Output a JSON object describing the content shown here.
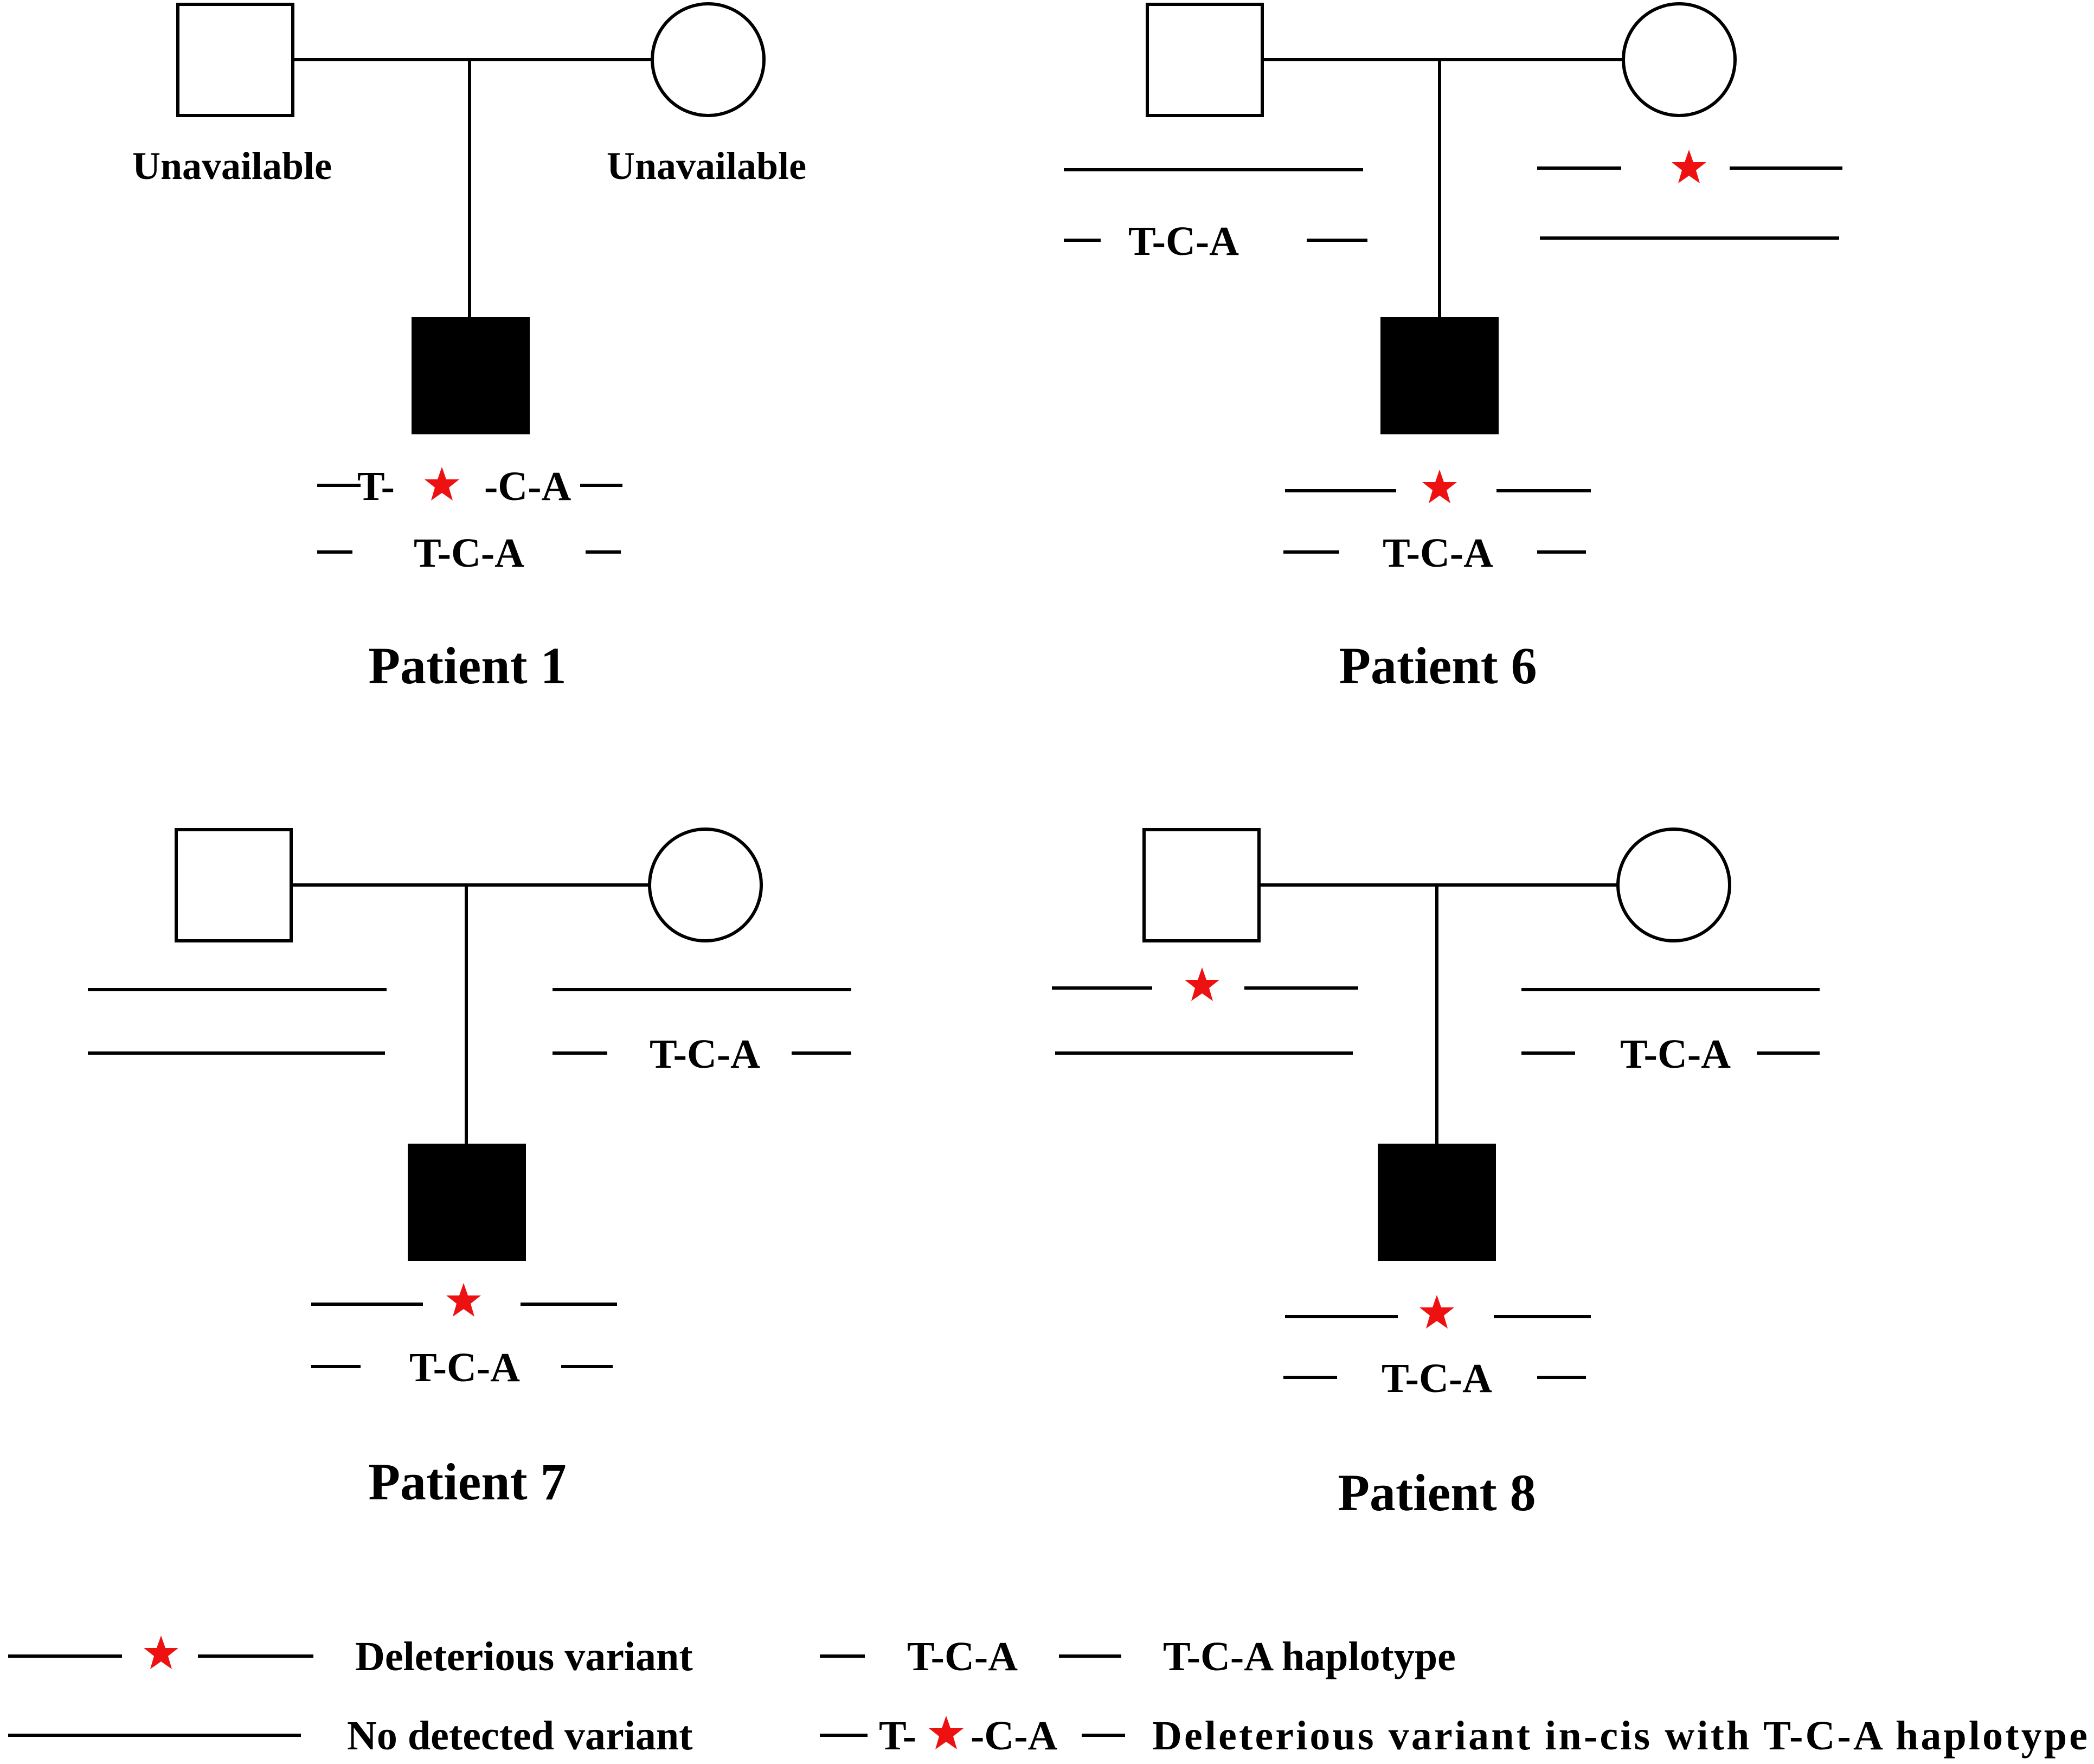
{
  "patients": [
    {
      "title": "Patient 1",
      "father_label": "Unavailable",
      "mother_label": "Unavailable",
      "child_hap1": {
        "pre": "T-",
        "post": "-C-A"
      },
      "child_hap2": "T-C-A"
    },
    {
      "title": "Patient 6",
      "father_hap2": "T-C-A",
      "child_hap2": "T-C-A"
    },
    {
      "title": "Patient 7",
      "mother_hap2": "T-C-A",
      "child_hap2": "T-C-A"
    },
    {
      "title": "Patient 8",
      "mother_hap2": "T-C-A",
      "child_hap2": "T-C-A"
    }
  ],
  "legend": {
    "deleterious": "Deleterious variant",
    "no_variant": "No detected variant",
    "haplotype_sym": "T-C-A",
    "haplotype": "T-C-A haplotype",
    "cis_pre": "T-",
    "cis_post": "-C-A",
    "cis": "Deleterious variant in-cis with T-C-A haplotype"
  },
  "colors": {
    "affected": "#000000",
    "variant_star": "#ee1111",
    "line": "#000000"
  },
  "icons": {
    "variant": "star-icon",
    "male": "square",
    "female": "circle"
  }
}
